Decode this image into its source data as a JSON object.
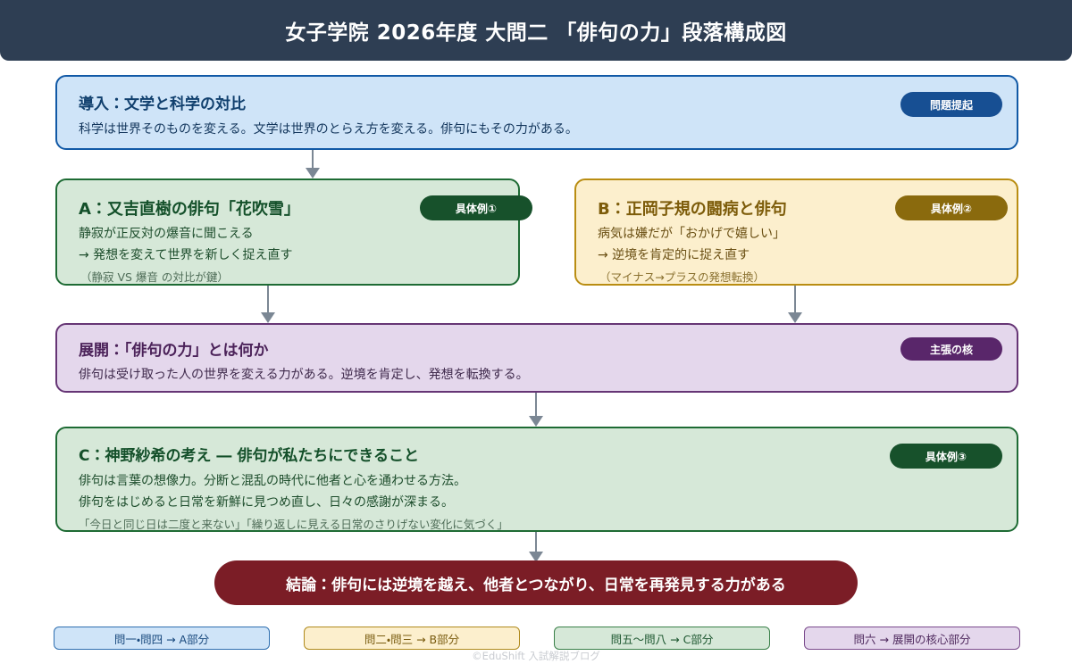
{
  "header": {
    "title": "女子学院 2026年度 大問二 「俳句の力」段落構成図",
    "bg_color": "#2e3e53"
  },
  "flow": {
    "intro": {
      "heading": "導入：文学と科学の対比",
      "line": "科学は世界そのものを変える。文学は世界のとらえ方を変える。俳句にもその力がある。",
      "badge": "問題提起",
      "accent": "#174f93",
      "fill": "#cfe4f8"
    },
    "branch_a": {
      "heading": "A：又吉直樹の俳句「花吹雪」",
      "line1": "静寂が正反対の爆音に聞こえる",
      "line2": "→ 発想を変えて世界を新しく捉え直す",
      "sub": "（静寂 VS 爆音 の対比が鍵）",
      "badge": "具体例①",
      "accent": "#17512b",
      "fill": "#d6e8d8"
    },
    "branch_b": {
      "heading": "B：正岡子規の闘病と俳句",
      "line1": "病気は嫌だが「おかげで嬉しい」",
      "line2": "→ 逆境を肯定的に捉え直す",
      "sub": "（マイナス→プラスの発想転換）",
      "badge": "具体例②",
      "accent": "#8a6a0d",
      "fill": "#fcefcd"
    },
    "development": {
      "heading": "展開：「俳句の力」とは何か",
      "line": "俳句は受け取った人の世界を変える力がある。逆境を肯定し、発想を転換する。",
      "badge": "主張の核",
      "accent": "#59266a",
      "fill": "#e4d7ec"
    },
    "branch_c": {
      "heading": "C：神野紗希の考え ― 俳句が私たちにできること",
      "line1": "俳句は言葉の想像力。分断と混乱の時代に他者と心を通わせる方法。",
      "line2": "俳句をはじめると日常を新鮮に見つめ直し、日々の感謝が深まる。",
      "sub": "「今日と同じ日は二度と来ない」「繰り返しに見える日常のさりげない変化に気づく」",
      "badge": "具体例③",
      "accent": "#17512b",
      "fill": "#d6e8d8"
    },
    "conclusion": {
      "text": "結論：俳句には逆境を越え、他者とつながり、日常を再発見する力がある",
      "fill": "#7b1d26"
    }
  },
  "legend": {
    "chips": [
      {
        "label": "問一・問四 → A部分",
        "style": "blue"
      },
      {
        "label": "問二・問三 → B部分",
        "style": "amber"
      },
      {
        "label": "問五〜問八 → C部分",
        "style": "green"
      },
      {
        "label": "問六 → 展開の核心部分",
        "style": "purple"
      }
    ]
  },
  "footer": {
    "copyright": "©EduShift 入試解説ブログ"
  }
}
